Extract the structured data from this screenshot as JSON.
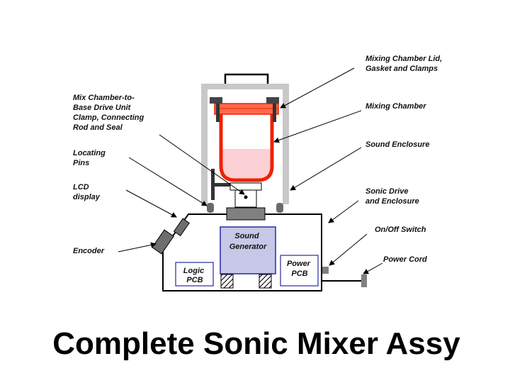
{
  "title": "Complete Sonic Mixer Assy",
  "labels": {
    "lid": [
      "Mixing Chamber Lid,",
      "Gasket and Clamps"
    ],
    "chamber": [
      "Mixing Chamber"
    ],
    "enclosure": [
      "Sound Enclosure"
    ],
    "clamp": [
      "Mix Chamber-to-",
      "Base Drive Unit",
      "Clamp, Connecting",
      "Rod and Seal"
    ],
    "pins": [
      "Locating",
      "Pins"
    ],
    "lcd": [
      "LCD",
      "display"
    ],
    "drive": [
      "Sonic Drive",
      "and Enclosure"
    ],
    "switch": [
      "On/Off  Switch"
    ],
    "cord": [
      "Power Cord"
    ],
    "encoder": [
      "Encoder"
    ],
    "sound_gen": [
      "Sound",
      "Generator"
    ],
    "logic_pcb": [
      "Logic",
      "PCB"
    ],
    "power_pcb": [
      "Power",
      "PCB"
    ]
  },
  "colors": {
    "enclosure": "#c8c8c8",
    "chamber_outline": "#ee2200",
    "liquid": "#fbd0d4",
    "lid_bar": "#ff6a4d",
    "pcb_border": "#2a2aa0",
    "sound_gen_fill": "#c7c8e8",
    "dark_part": "#555555"
  }
}
